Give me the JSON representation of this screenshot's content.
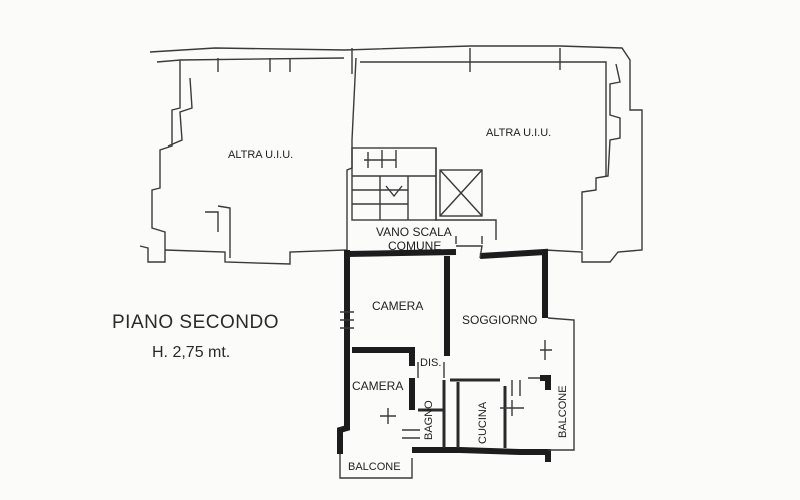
{
  "plan": {
    "floor_name": "PIANO SECONDO",
    "floor_height": "H. 2,75 mt.",
    "rooms": {
      "other_unit_left": "ALTRA U.I.U.",
      "other_unit_right": "ALTRA U.I.U.",
      "stair_line1": "VANO SCALA",
      "stair_line2": "COMUNE",
      "camera_1": "CAMERA",
      "soggiorno": "SOGGIORNO",
      "dis": "DIS.",
      "camera_2": "CAMERA",
      "bagno": "BAGNO",
      "cucina": "CUCINA",
      "balcone_right": "BALCONE",
      "balcone_bottom": "BALCONE"
    },
    "colors": {
      "wall": "#1c1c1c",
      "line": "#3a3a3a",
      "paper": "#fbfbf9"
    }
  }
}
